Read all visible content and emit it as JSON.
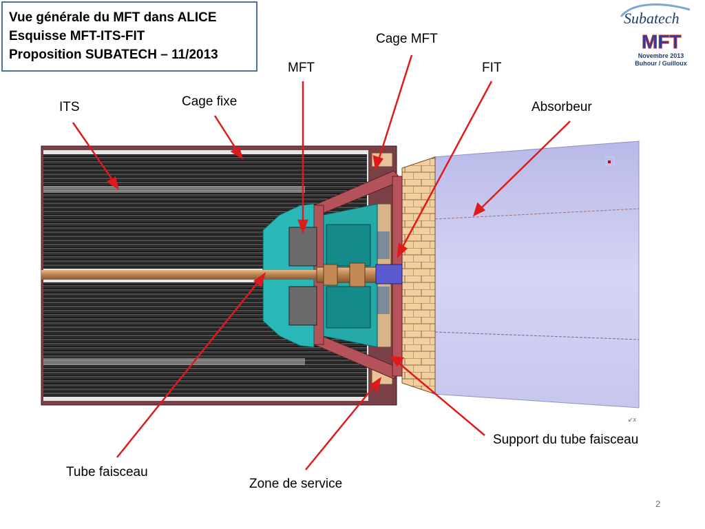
{
  "title": {
    "line1": "Vue générale du MFT dans ALICE",
    "line2": "Esquisse MFT-ITS-FIT",
    "line3": "Proposition SUBATECH – 11/2013"
  },
  "logo": {
    "subatech_text": "Subatech",
    "mft_text": "MFT",
    "date": "Novembre 2013",
    "authors": "Buhour / Guilloux"
  },
  "labels": {
    "cage_mft": "Cage MFT",
    "mft": "MFT",
    "fit": "FIT",
    "its": "ITS",
    "cage_fixe": "Cage fixe",
    "absorbeur": "Absorbeur",
    "support_tube": "Support du tube faisceau",
    "tube_faisceau": "Tube faisceau",
    "zone_service": "Zone de service"
  },
  "page_number": "2",
  "colors": {
    "arrow": "#e0191b",
    "cage": "#b5535a",
    "absorber": "#c9c9f0",
    "mft_body": "#2ab7b7",
    "fit_block": "#f1c79a",
    "title_border": "#4a6fa5"
  }
}
